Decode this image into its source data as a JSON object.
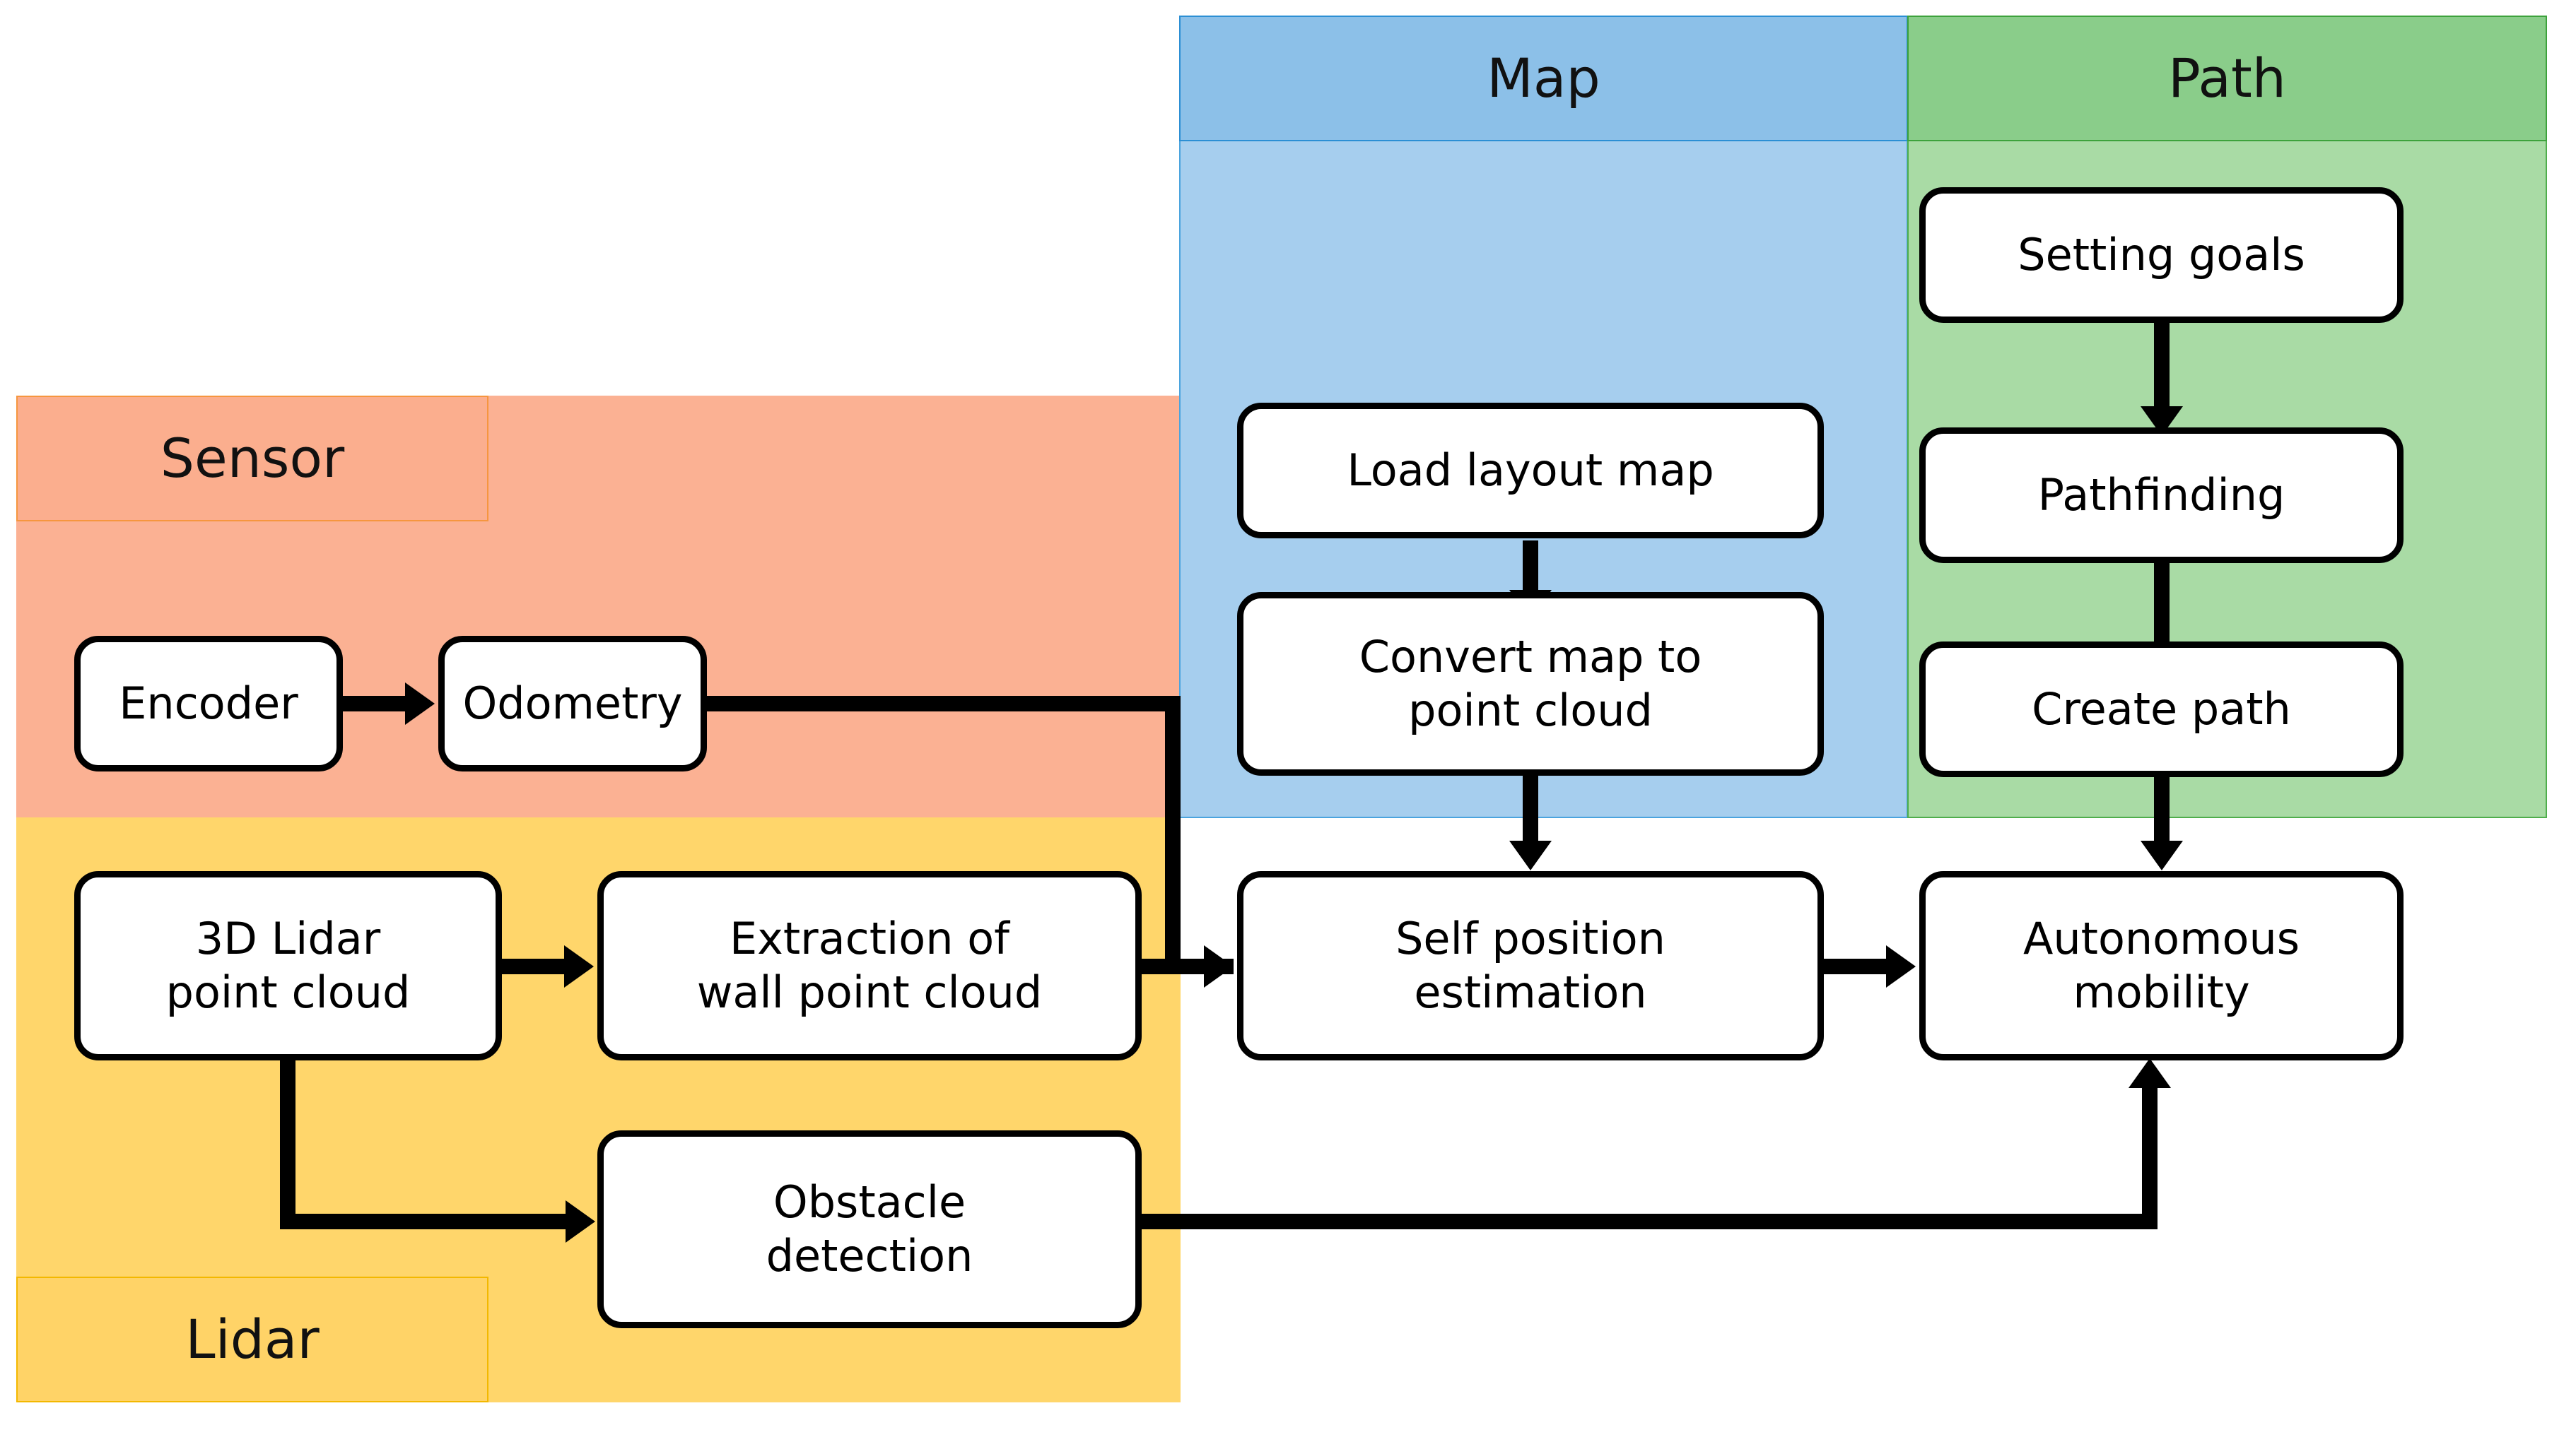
{
  "diagram": {
    "title": "Autonomous mobility system block diagram",
    "lanes": [
      {
        "id": "sensor",
        "label": "Sensor",
        "color": "#FBB193",
        "border": "#F6963F",
        "label_position": "top-left"
      },
      {
        "id": "lidar",
        "label": "Lidar",
        "color": "#FFD66B",
        "border": "#F3B800",
        "label_position": "bottom-left"
      },
      {
        "id": "map",
        "label": "Map",
        "color": "#A6CEEE",
        "border": "#4BA4DE",
        "label_position": "top-full-width"
      },
      {
        "id": "path",
        "label": "Path",
        "color": "#A9DBA5",
        "border": "#4FAE4C",
        "label_position": "top-full-width"
      }
    ],
    "nodes": [
      {
        "id": "encoder",
        "label": "Encoder",
        "lane": "sensor"
      },
      {
        "id": "odometry",
        "label": "Odometry",
        "lane": "sensor"
      },
      {
        "id": "lidar-cloud",
        "label": "3D Lidar\npoint cloud",
        "lane": "lidar"
      },
      {
        "id": "wall-extract",
        "label": "Extraction of\nwall point cloud",
        "lane": "lidar"
      },
      {
        "id": "obstacle",
        "label": "Obstacle\ndetection",
        "lane": "lidar"
      },
      {
        "id": "load-map",
        "label": "Load layout map",
        "lane": "map"
      },
      {
        "id": "convert-map",
        "label": "Convert map to\npoint cloud",
        "lane": "map"
      },
      {
        "id": "self-position",
        "label": "Self position\nestimation",
        "lane": "none"
      },
      {
        "id": "setting-goals",
        "label": "Setting goals",
        "lane": "path"
      },
      {
        "id": "pathfinding",
        "label": "Pathfinding",
        "lane": "path"
      },
      {
        "id": "create-path",
        "label": "Create path",
        "lane": "path"
      },
      {
        "id": "autonomous",
        "label": "Autonomous\nmobility",
        "lane": "none"
      }
    ],
    "edges": [
      {
        "from": "encoder",
        "to": "odometry"
      },
      {
        "from": "odometry",
        "to": "self-position"
      },
      {
        "from": "lidar-cloud",
        "to": "wall-extract"
      },
      {
        "from": "lidar-cloud",
        "to": "obstacle"
      },
      {
        "from": "wall-extract",
        "to": "self-position"
      },
      {
        "from": "load-map",
        "to": "convert-map"
      },
      {
        "from": "convert-map",
        "to": "self-position"
      },
      {
        "from": "self-position",
        "to": "autonomous"
      },
      {
        "from": "setting-goals",
        "to": "pathfinding"
      },
      {
        "from": "pathfinding",
        "to": "create-path"
      },
      {
        "from": "create-path",
        "to": "autonomous"
      },
      {
        "from": "obstacle",
        "to": "autonomous"
      }
    ]
  },
  "nodes_text": {
    "encoder": "Encoder",
    "odometry": "Odometry",
    "lidar_cloud_l1": "3D Lidar",
    "lidar_cloud_l2": "point cloud",
    "wall_extract_l1": "Extraction of",
    "wall_extract_l2": "wall point cloud",
    "obstacle_l1": "Obstacle",
    "obstacle_l2": "detection",
    "load_map": "Load layout map",
    "convert_map_l1": "Convert map to",
    "convert_map_l2": "point cloud",
    "self_position_l1": "Self position",
    "self_position_l2": "estimation",
    "setting_goals": "Setting goals",
    "pathfinding": "Pathfinding",
    "create_path": "Create path",
    "autonomous_l1": "Autonomous",
    "autonomous_l2": "mobility"
  },
  "lane_text": {
    "sensor": "Sensor",
    "lidar": "Lidar",
    "map": "Map",
    "path": "Path"
  }
}
